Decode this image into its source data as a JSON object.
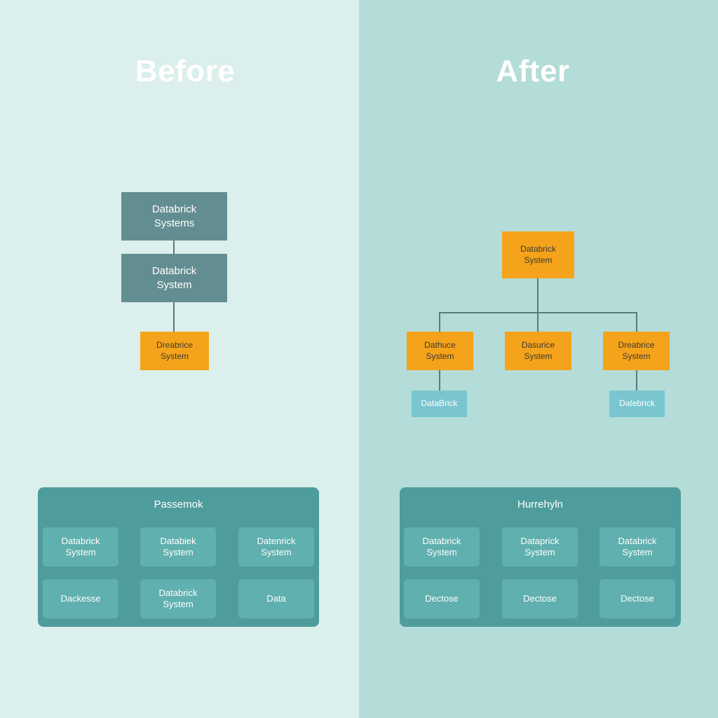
{
  "before": {
    "title": "Before",
    "top_box": "Databrick\nSystems",
    "middle_box": "Databrick\nSystem",
    "bottom_box": "Dreabrice\nSystem",
    "panel": {
      "title": "Passemok",
      "tiles": [
        "Databrick\nSystem",
        "Databiek\nSystem",
        "Datenrick\nSystem",
        "Dackesse",
        "Databrick\nSystem",
        "Data"
      ]
    }
  },
  "after": {
    "title": "After",
    "root_box": "Databrick\nSystem",
    "children": [
      "Dathuce\nSystem",
      "Dasurice\nSystem",
      "Dreabrice\nSystem"
    ],
    "leaves": [
      "DataBrick",
      "Datebrick"
    ],
    "panel": {
      "title": "Hurrehyln",
      "tiles": [
        "Databrick\nSystem",
        "Dataprick\nSystem",
        "Databrick\nSystem",
        "Dectose",
        "Dectose",
        "Dectose"
      ]
    }
  },
  "colors": {
    "left_bg": "#dbefec",
    "right_bg": "#b4dcd8",
    "dark_box": "#638e91",
    "orange_box": "#f5a31a",
    "blue_box": "#79c6d1",
    "panel": "#4f9c9c",
    "tile": "#5fb0ae"
  }
}
